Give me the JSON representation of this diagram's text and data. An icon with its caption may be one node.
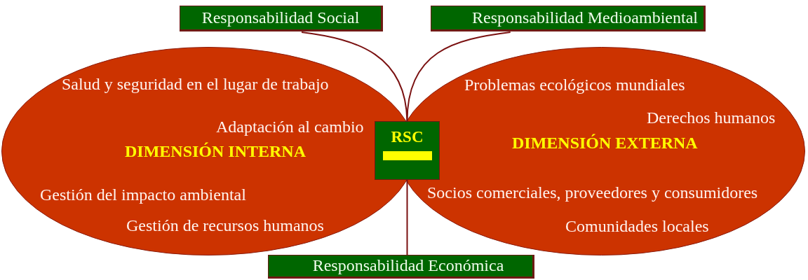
{
  "diagram": {
    "nodes": [
      {
        "text": [
          "Responsabilidad Social"
        ]
      },
      {
        "text": [
          "Responsabilidad Medioambiental"
        ]
      },
      {
        "text": [
          "Salud y seguridad en el lugar de trabajo",
          "Adaptación al cambio",
          "DIMENSIÓN INTERNA",
          "Gestión del impacto ambiental",
          "Gestión de recursos humanos"
        ]
      },
      {
        "text": [
          "Problemas ecológicos mundiales",
          "Derechos humanos",
          "DIMENSIÓN EXTERNA",
          "Socios comerciales, proveedores y consumidores",
          "Comunidades locales"
        ]
      },
      {
        "text": [
          "RSC"
        ]
      },
      {
        "text": [
          "Responsabilidad Económica"
        ]
      }
    ],
    "edges": [
      {
        "from": 0,
        "to": 4,
        "arrow": "none"
      },
      {
        "from": 1,
        "to": 4,
        "arrow": "none"
      },
      {
        "from": 4,
        "to": 5,
        "arrow": "none"
      }
    ]
  }
}
